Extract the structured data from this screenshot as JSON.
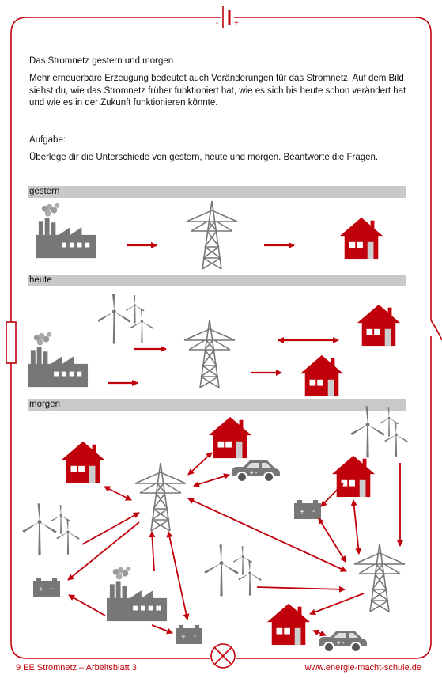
{
  "title": "Das Stromnetz gestern und morgen",
  "intro": "Mehr erneuerbare Erzeugung bedeutet auch Veränderungen für das Stromnetz. Auf dem Bild siehst du, wie das Stromnetz früher funktioniert hat, wie es sich bis heute schon verändert hat und wie es in der Zukunft funktionieren könnte.",
  "task_heading": "Aufgabe:",
  "task_text": "Überlege dir die Unterschiede von gestern, heute und morgen. Beantworte die Fragen.",
  "sections": {
    "gestern": "gestern",
    "heute": "heute",
    "morgen": "morgen"
  },
  "battery_symbol": {
    "minus": "-",
    "plus": "+"
  },
  "footer": {
    "left": "9 EE Stromnetz – Arbeitsblatt 3",
    "right": "www.energie-macht-schule.de"
  },
  "colors": {
    "accent": "#c0000a",
    "house": "#c0000a",
    "grey": "#777777",
    "bar": "#c9c9c9"
  }
}
